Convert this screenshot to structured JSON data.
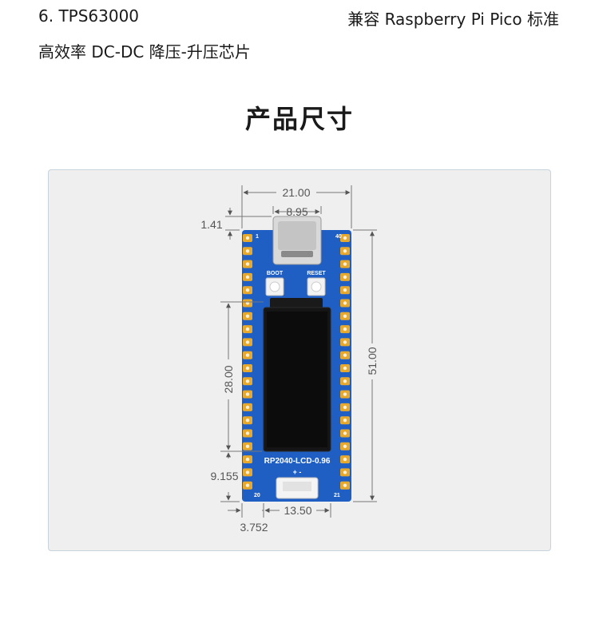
{
  "header": {
    "feature_item": "6. TPS63000",
    "compat_note": "兼容 Raspberry Pi Pico 标准",
    "feature_desc": "高效率 DC-DC 降压-升压芯片"
  },
  "section": {
    "title": "产品尺寸"
  },
  "board": {
    "model_label": "RP2040-LCD-0.96",
    "boot_label": "BOOT",
    "reset_label": "RESET",
    "pin_40": "40",
    "pin_1": "1",
    "pin_20": "20",
    "pin_21": "21",
    "polarity_label": "+ -",
    "pcb_color": "#1f5fc4",
    "pad_color": "#e8a82a"
  },
  "dimensions": {
    "width": "21.00",
    "usb_width": "8.95",
    "usb_offset": "1.41",
    "height": "51.00",
    "screen_height": "28.00",
    "bottom_offset": "9.155",
    "connector_width": "13.50",
    "left_offset": "3.752"
  }
}
